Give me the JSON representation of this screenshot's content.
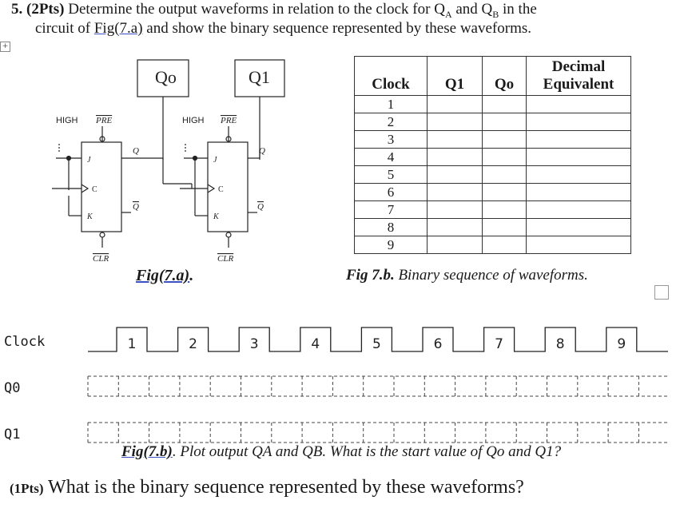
{
  "question": {
    "number": "5.",
    "points": "(2Pts)",
    "line1_text": "Determine the output waveforms in relation to the clock for Q",
    "line1_sub_a": "A",
    "line1_and": " and Q",
    "line1_sub_b": "B",
    "line1_end": " in the",
    "line2_a": "circuit of ",
    "line2_fig": "Fig(7.a)",
    "line2_b": " and show the binary sequence represented by these waveforms."
  },
  "circuit": {
    "q0_box": "Qo",
    "q1_box": "Q1",
    "ff1_high": "HIGH",
    "ff1_pre": "PRE",
    "ff1_j": "J",
    "ff1_c": "C",
    "ff1_k": "K",
    "ff1_q": "Q",
    "ff1_qbar": "Q",
    "ff1_clr": "CLR",
    "ff2_high": "HIGH",
    "ff2_pre": "PRE",
    "ff2_j": "J",
    "ff2_c": "C",
    "ff2_k": "K",
    "ff2_q": "Q",
    "ff2_qbar": "Q",
    "ff2_clr": "CLR",
    "caption_fig": "Fig(7.a)",
    "caption_end": "."
  },
  "sequence_table": {
    "headers": [
      "Clock",
      "Q1",
      "Qo",
      "Decimal Equivalent"
    ],
    "decimal_line1": "Decimal",
    "decimal_line2": "Equivalent",
    "rows": [
      "1",
      "2",
      "3",
      "4",
      "5",
      "6",
      "7",
      "8",
      "9"
    ],
    "caption_bold": "Fig 7.b.",
    "caption_rest": " Binary sequence of waveforms."
  },
  "timing": {
    "clock_label": "Clock",
    "q0_label": "Q0",
    "q1_label": "Q1",
    "pulses": [
      "1",
      "2",
      "3",
      "4",
      "5",
      "6",
      "7",
      "8",
      "9"
    ],
    "caption_fig": "Fig(7.b)",
    "caption_rest": ". Plot output QA and QB. What is the start value of Qo and Q1?"
  },
  "followup": {
    "points": "(1Pts)",
    "text": " What is the binary sequence represented by these waveforms?"
  }
}
